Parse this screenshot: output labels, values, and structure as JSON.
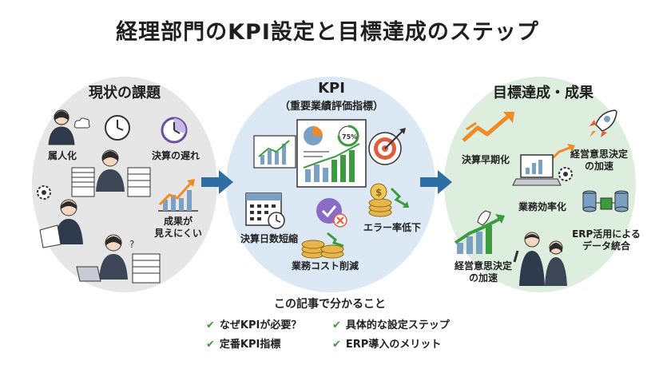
{
  "title": "経理部門のKPI設定と目標達成のステップ",
  "sections": {
    "current": {
      "heading": "現状の課題",
      "labels": [
        "属人化",
        "決算の遅れ",
        "成果が\n見えにくい"
      ]
    },
    "kpi": {
      "heading": "KPI",
      "subheading": "（重要業績評価指標）",
      "pie_label": "75%",
      "labels": [
        "決算日数短縮",
        "エラー率低下",
        "業務コスト削減"
      ]
    },
    "goal": {
      "heading": "目標達成・成果",
      "labels": [
        "決算早期化",
        "経営意思決定\nの加速",
        "業務効率化",
        "ERP活用による\nデータ統合",
        "経営意思決定\nの加速"
      ]
    }
  },
  "summary": {
    "heading": "この記事で分かること",
    "items": [
      "なぜKPIが必要？",
      "具体的な設定ステップ",
      "定番KPI指標",
      "ERP導入のメリット"
    ]
  },
  "colors": {
    "left_circle": "#e6e6e6",
    "mid_circle": "#dce9f4",
    "right_circle": "#ddeede",
    "arrow": "#2f6ea3",
    "check": "#3b9b3e",
    "growth": "#f08a24"
  }
}
